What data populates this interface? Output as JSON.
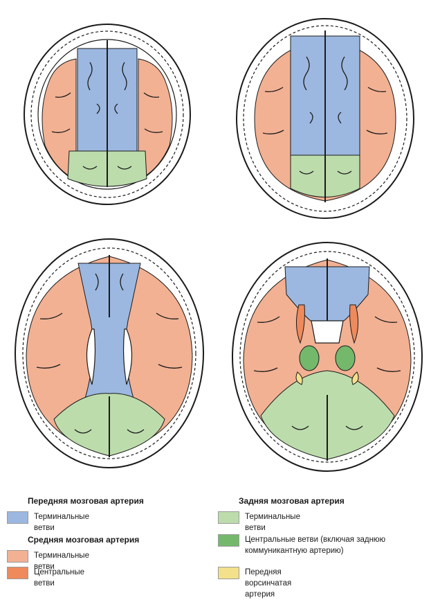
{
  "colors": {
    "aca_terminal": "#9cb8e0",
    "mca_terminal": "#f2b193",
    "mca_central": "#ef8a5c",
    "pca_terminal": "#bcdcac",
    "pca_central": "#74b86c",
    "anterior_choroidal": "#f3e08a",
    "outline": "#1a1a1a"
  },
  "legend": {
    "aca": {
      "heading": "Передняя мозговая артерия",
      "terminal": "Терминальные ветви"
    },
    "mca": {
      "heading": "Средняя мозговая артерия",
      "terminal": "Терминальные ветви",
      "central": "Центральные ветви"
    },
    "pca": {
      "heading": "Задняя мозговая артерия",
      "terminal": "Терминальные ветви",
      "central": "Центральные ветви (включая заднюю коммуникантную артерию)"
    },
    "anterior_choroidal": {
      "label": "Передняя ворсинчатая артерия"
    }
  }
}
